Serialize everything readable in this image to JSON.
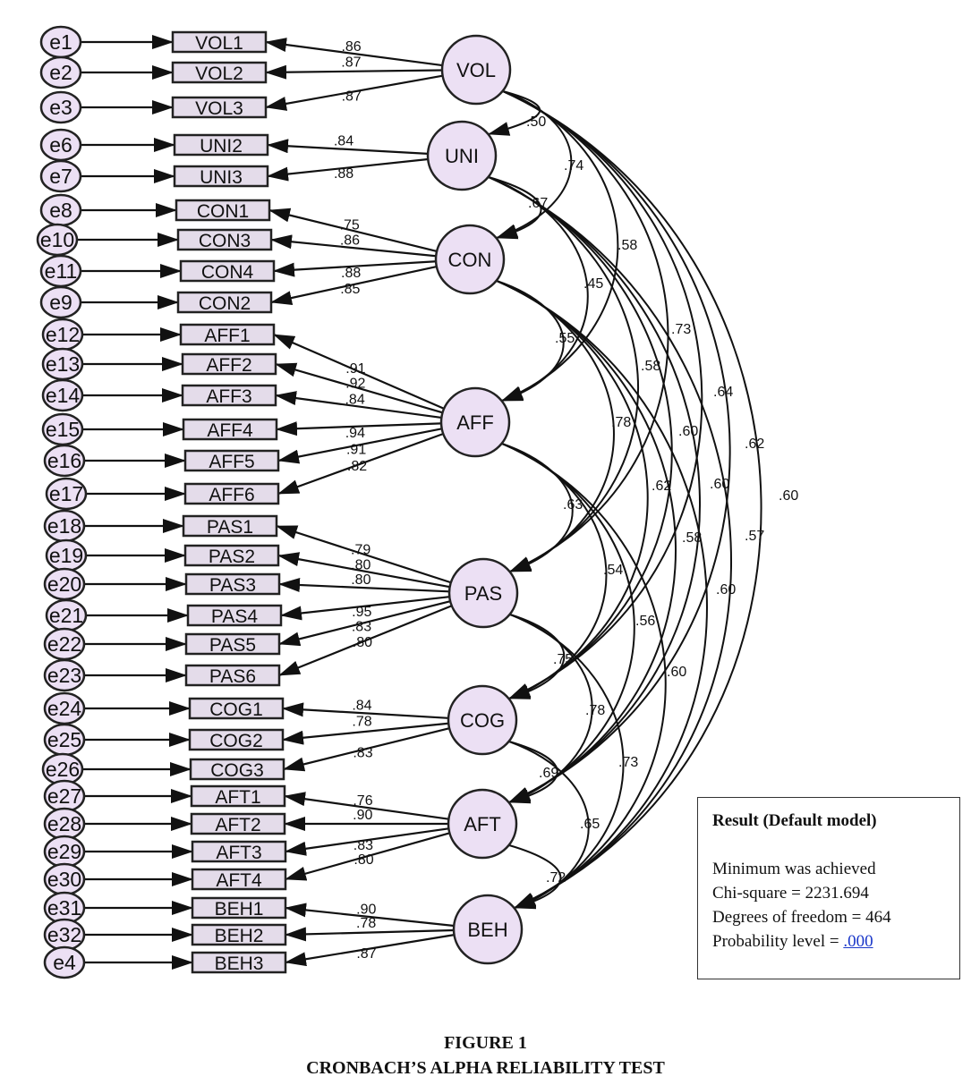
{
  "errors": [
    "e1",
    "e2",
    "e3",
    "e6",
    "e7",
    "e8",
    "e10",
    "e11",
    "e9",
    "e12",
    "e13",
    "e14",
    "e15",
    "e16",
    "e17",
    "e18",
    "e19",
    "e20",
    "e21",
    "e22",
    "e23",
    "e24",
    "e25",
    "e26",
    "e27",
    "e28",
    "e29",
    "e30",
    "e31",
    "e32",
    "e4"
  ],
  "indicators": [
    "VOL1",
    "VOL2",
    "VOL3",
    "UNI2",
    "UNI3",
    "CON1",
    "CON3",
    "CON4",
    "CON2",
    "AFF1",
    "AFF2",
    "AFF3",
    "AFF4",
    "AFF5",
    "AFF6",
    "PAS1",
    "PAS2",
    "PAS3",
    "PAS4",
    "PAS5",
    "PAS6",
    "COG1",
    "COG2",
    "COG3",
    "AFT1",
    "AFT2",
    "AFT3",
    "AFT4",
    "BEH1",
    "BEH2",
    "BEH3"
  ],
  "latents": [
    {
      "name": "VOL",
      "indicators": [
        0,
        1,
        2
      ],
      "loadings": [
        ".86",
        ".87",
        ".87"
      ]
    },
    {
      "name": "UNI",
      "indicators": [
        3,
        4
      ],
      "loadings": [
        ".84",
        ".88"
      ]
    },
    {
      "name": "CON",
      "indicators": [
        5,
        6,
        7,
        8
      ],
      "loadings": [
        ".75",
        ".86",
        ".88",
        ".85"
      ]
    },
    {
      "name": "AFF",
      "indicators": [
        9,
        10,
        11,
        12,
        13,
        14
      ],
      "loadings": [
        ".91",
        ".92",
        ".84",
        ".94",
        ".91",
        ".82"
      ]
    },
    {
      "name": "PAS",
      "indicators": [
        15,
        16,
        17,
        18,
        19,
        20
      ],
      "loadings": [
        ".79",
        ".80",
        ".80",
        ".95",
        ".83",
        ".80"
      ]
    },
    {
      "name": "COG",
      "indicators": [
        21,
        22,
        23
      ],
      "loadings": [
        ".84",
        ".78",
        ".83"
      ]
    },
    {
      "name": "AFT",
      "indicators": [
        24,
        25,
        26,
        27
      ],
      "loadings": [
        ".76",
        ".90",
        ".83",
        ".80"
      ]
    },
    {
      "name": "BEH",
      "indicators": [
        28,
        29,
        30
      ],
      "loadings": [
        ".90",
        ".78",
        ".87"
      ]
    }
  ],
  "correlations": [
    {
      "from": "VOL",
      "to": "UNI",
      "value": ".50"
    },
    {
      "from": "VOL",
      "to": "CON",
      "value": ".74"
    },
    {
      "from": "VOL",
      "to": "AFF",
      "value": ".58"
    },
    {
      "from": "VOL",
      "to": "PAS",
      "value": ".73"
    },
    {
      "from": "VOL",
      "to": "COG",
      "value": ".64"
    },
    {
      "from": "VOL",
      "to": "AFT",
      "value": ".62"
    },
    {
      "from": "VOL",
      "to": "BEH",
      "value": ".60"
    },
    {
      "from": "UNI",
      "to": "CON",
      "value": ".67"
    },
    {
      "from": "UNI",
      "to": "AFF",
      "value": ".45"
    },
    {
      "from": "UNI",
      "to": "PAS",
      "value": ".58"
    },
    {
      "from": "UNI",
      "to": "COG",
      "value": ".60"
    },
    {
      "from": "UNI",
      "to": "AFT",
      "value": ".60"
    },
    {
      "from": "UNI",
      "to": "BEH",
      "value": ".57"
    },
    {
      "from": "CON",
      "to": "AFF",
      "value": ".55"
    },
    {
      "from": "CON",
      "to": "PAS",
      "value": ".78"
    },
    {
      "from": "CON",
      "to": "COG",
      "value": ".62"
    },
    {
      "from": "CON",
      "to": "AFT",
      "value": ".58"
    },
    {
      "from": "CON",
      "to": "BEH",
      "value": ".60"
    },
    {
      "from": "AFF",
      "to": "PAS",
      "value": ".63"
    },
    {
      "from": "AFF",
      "to": "COG",
      "value": ".54"
    },
    {
      "from": "AFF",
      "to": "AFT",
      "value": ".56"
    },
    {
      "from": "AFF",
      "to": "BEH",
      "value": ".60"
    },
    {
      "from": "PAS",
      "to": "COG",
      "value": ".75"
    },
    {
      "from": "PAS",
      "to": "AFT",
      "value": ".78"
    },
    {
      "from": "PAS",
      "to": "BEH",
      "value": ".73"
    },
    {
      "from": "COG",
      "to": "AFT",
      "value": ".69"
    },
    {
      "from": "COG",
      "to": "BEH",
      "value": ".65"
    },
    {
      "from": "AFT",
      "to": "BEH",
      "value": ".72"
    }
  ],
  "result": {
    "title": "Result (Default model)",
    "line1": "Minimum was achieved",
    "chi_square": "Chi-square = 2231.694",
    "df": "Degrees of freedom = 464",
    "prob_label": "Probability level = ",
    "prob_value": ".000"
  },
  "caption": {
    "line1": "FIGURE 1",
    "line2": "CRONBACH’S ALPHA RELIABILITY TEST"
  }
}
